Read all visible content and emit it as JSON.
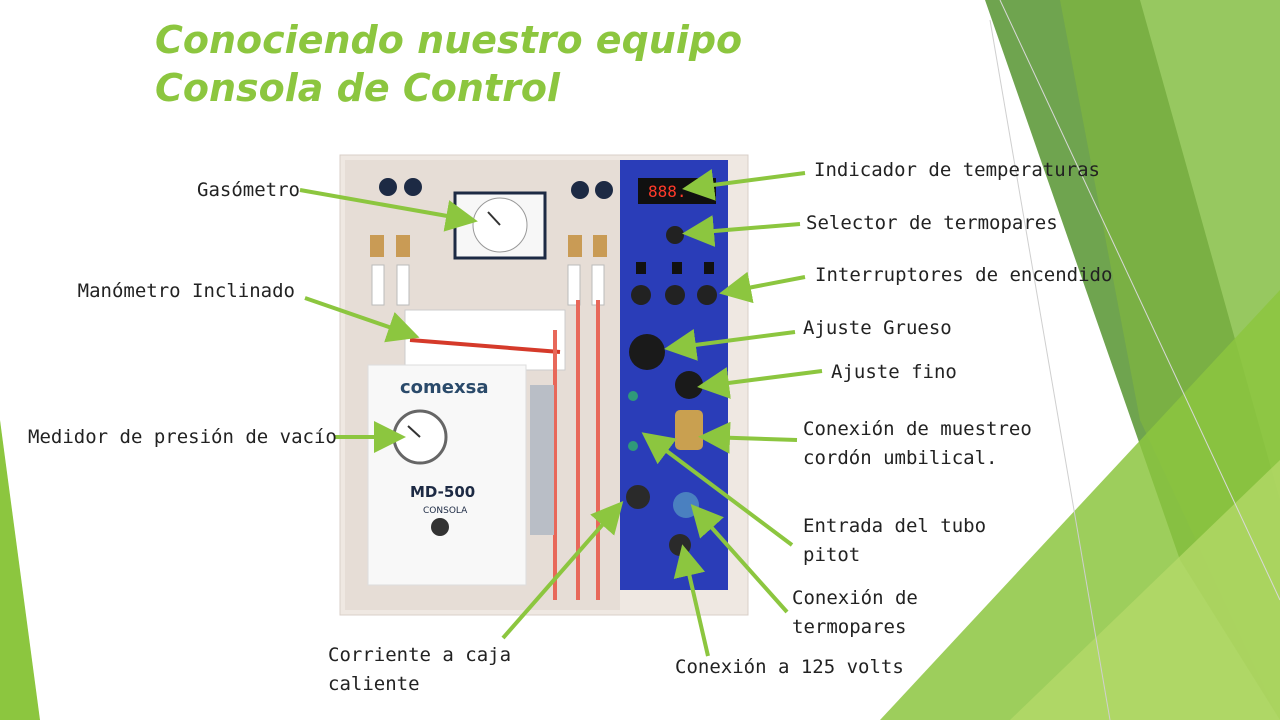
{
  "slide": {
    "title_line1": "Conociendo nuestro equipo",
    "title_line2": "Consola de Control",
    "accent_color": "#8cc63f",
    "label_color": "#222222",
    "arrow_color": "#8cc63f"
  },
  "device": {
    "brand": "comexsa",
    "model": "MD-500",
    "model_sub": "CONSOLA"
  },
  "labels": {
    "gasometro": "Gasómetro",
    "manometro": "Manómetro Inclinado",
    "medidor": "Medidor de presión de vacío",
    "indicador": "Indicador de temperaturas",
    "selector": "Selector de termopares",
    "interruptores": "Interruptores de encendido",
    "ajuste_grueso": "Ajuste Grueso",
    "ajuste_fino": "Ajuste fino",
    "conexion_muestreo_1": "Conexión de muestreo",
    "conexion_muestreo_2": "cordón umbilical.",
    "pitot_1": "Entrada del tubo",
    "pitot_2": "pitot",
    "termopares_1": "Conexión de",
    "termopares_2": "termopares",
    "corriente_1": "Corriente a caja",
    "corriente_2": "caliente",
    "volts": "Conexión a 125 volts"
  }
}
